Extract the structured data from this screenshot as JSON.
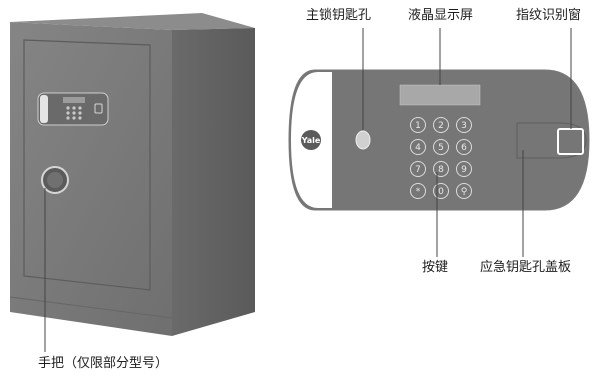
{
  "labels": {
    "handle": "手把（仅限部分型号）",
    "main_keyhole": "主锁钥匙孔",
    "lcd_screen": "液晶显示屏",
    "fingerprint_window": "指纹识别窗",
    "keypad": "按键",
    "emergency_keyhole_cover": "应急钥匙孔盖板"
  },
  "brand": {
    "logo_text": "Yale"
  },
  "keypad_keys": [
    "1",
    "2",
    "3",
    "4",
    "5",
    "6",
    "7",
    "8",
    "9",
    "*",
    "0",
    "⚲"
  ],
  "colors": {
    "safe_body": "#7a7a7a",
    "panel": "#767676",
    "line": "#555555"
  }
}
